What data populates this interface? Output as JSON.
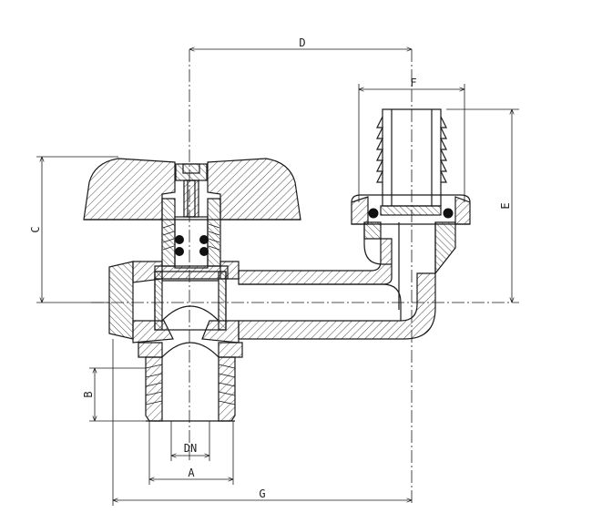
{
  "drawing": {
    "labels": {
      "D": "D",
      "F": "F",
      "C": "C",
      "E": "E",
      "B": "B",
      "DN": "DN",
      "A": "A",
      "G": "G"
    }
  }
}
